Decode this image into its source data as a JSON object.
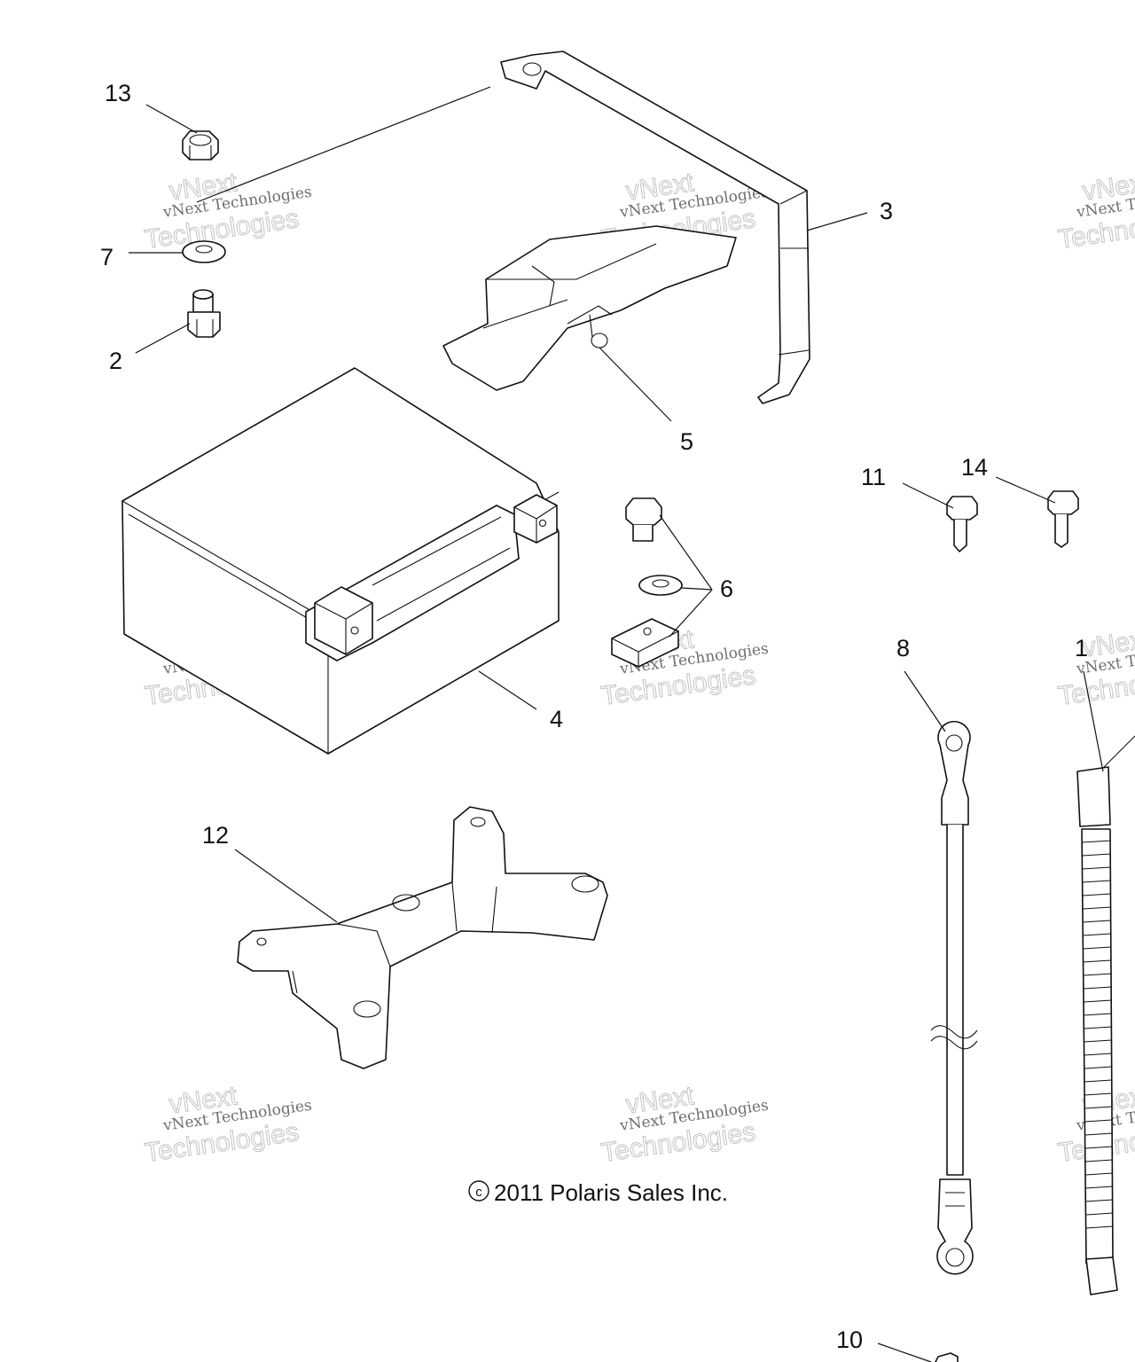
{
  "callouts": {
    "c1": "1",
    "c2": "2",
    "c3": "3",
    "c4": "4",
    "c5": "5",
    "c6": "6",
    "c7": "7",
    "c8": "8",
    "c10": "10",
    "c11": "11",
    "c12": "12",
    "c13": "13",
    "c14": "14"
  },
  "copyright": {
    "symbol": "c",
    "text": "2011 Polaris Sales Inc."
  },
  "watermark": {
    "brand": "vNext",
    "line1": "vNext Technologies",
    "line2": "Technologies"
  }
}
